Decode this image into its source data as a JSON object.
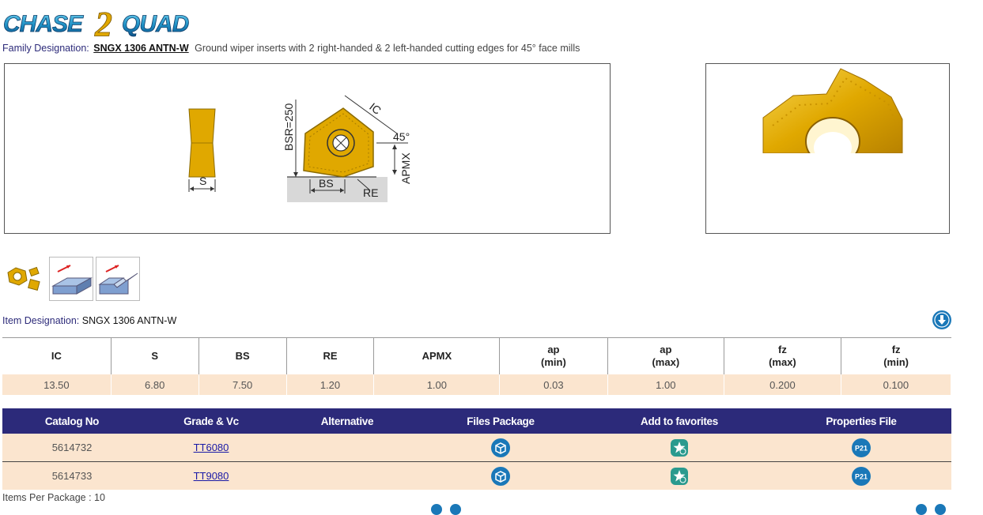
{
  "brand": {
    "logo_text": "CHASE2QUAD"
  },
  "family": {
    "label": "Family Designation:",
    "code": "SNGX 1306 ANTN-W",
    "description": "Ground wiper inserts with 2 right-handed & 2 left-handed cutting edges for 45° face mills"
  },
  "drawing": {
    "dim_s": "S",
    "dim_bsr": "BSR=250",
    "dim_ic": "IC",
    "dim_angle": "45°",
    "dim_apmx": "APMX",
    "dim_bs": "BS",
    "dim_re": "RE"
  },
  "item": {
    "label": "Item Designation:",
    "value": "SNGX 1306 ANTN-W"
  },
  "params": {
    "headers": [
      {
        "l1": "IC",
        "l2": ""
      },
      {
        "l1": "S",
        "l2": ""
      },
      {
        "l1": "BS",
        "l2": ""
      },
      {
        "l1": "RE",
        "l2": ""
      },
      {
        "l1": "APMX",
        "l2": ""
      },
      {
        "l1": "ap",
        "l2": "(min)"
      },
      {
        "l1": "ap",
        "l2": "(max)"
      },
      {
        "l1": "fz",
        "l2": "(max)"
      },
      {
        "l1": "fz",
        "l2": "(min)"
      }
    ],
    "values": [
      "13.50",
      "6.80",
      "7.50",
      "1.20",
      "1.00",
      "0.03",
      "1.00",
      "0.200",
      "0.100"
    ]
  },
  "catalog": {
    "headers": [
      "Catalog No",
      "Grade & Vc",
      "Alternative",
      "Files Package",
      "Add to favorites",
      "Properties File"
    ],
    "rows": [
      {
        "catalog_no": "5614732",
        "grade": "TT6080",
        "alternative": ""
      },
      {
        "catalog_no": "5614733",
        "grade": "TT9080",
        "alternative": ""
      }
    ],
    "properties_badge": "P21"
  },
  "package": {
    "items_per_package": "Items Per Package : 10"
  },
  "colors": {
    "navy_header": "#2c2a7a",
    "row_peach": "#fbe5cf",
    "icon_blue": "#1a78b8",
    "favorite_teal": "#2a9a8e",
    "insert_gold": "#e0a800"
  }
}
